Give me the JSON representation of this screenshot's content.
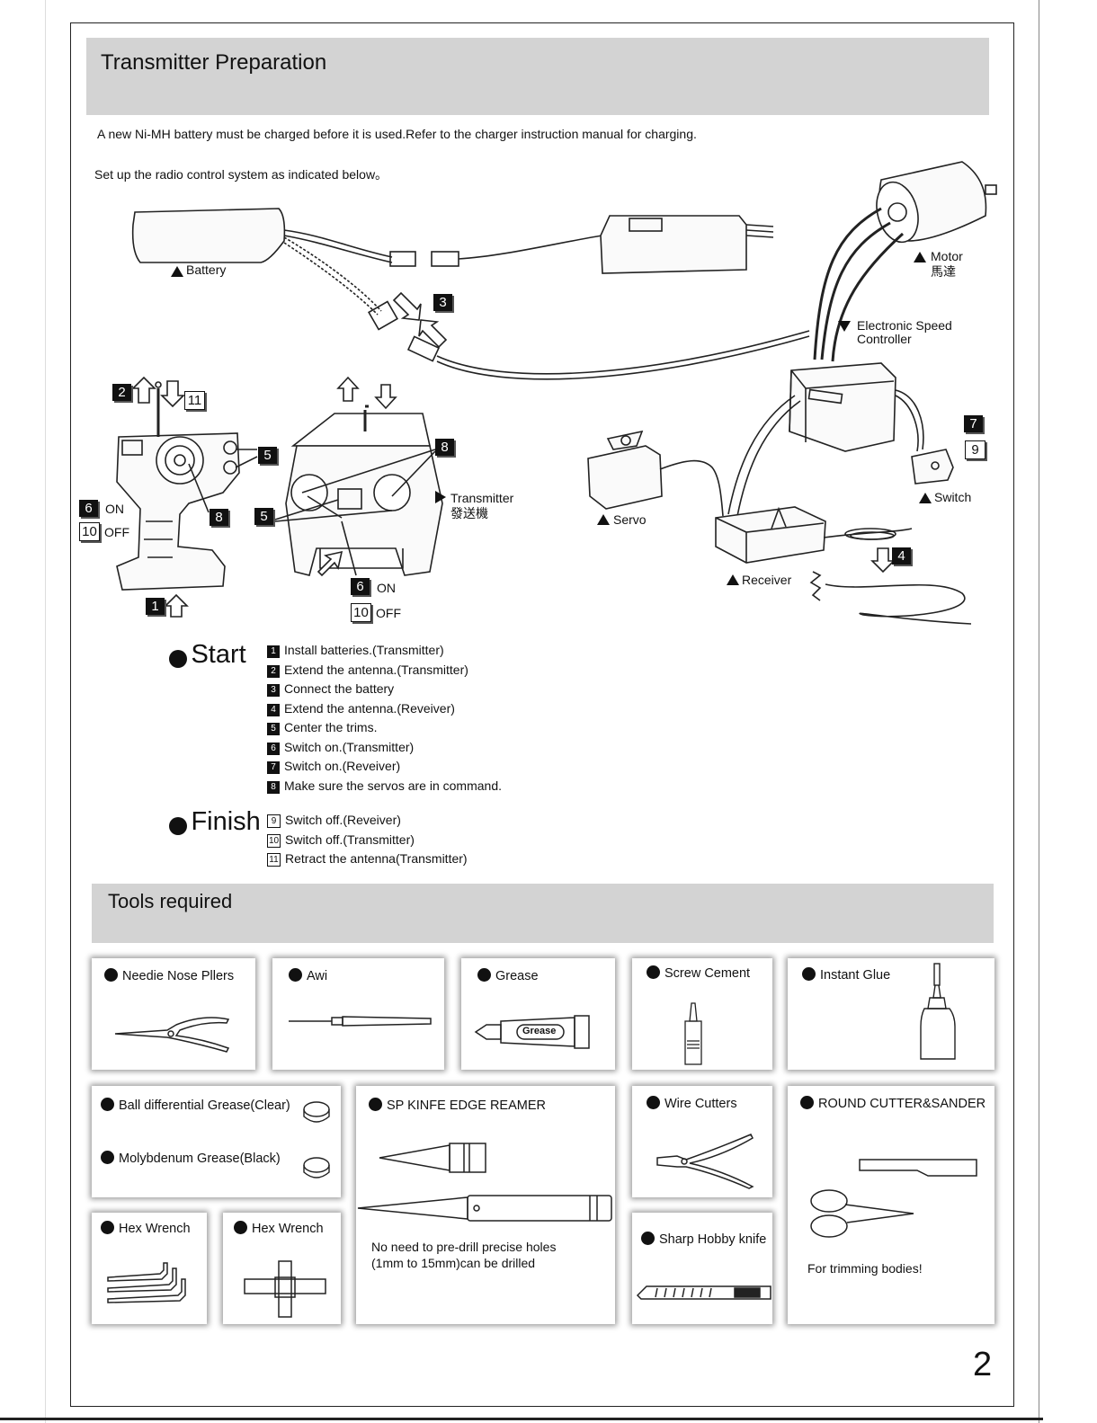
{
  "title": "Transmitter Preparation",
  "intro": "A new Ni-MH battery must be charged before it is used.Refer to the charger instruction manual for charging.",
  "setup": "Set up the radio control system as indicated below。",
  "diagram": {
    "battery": "Battery",
    "motor": "Motor",
    "motor_cn": "馬達",
    "esc_line1": "Electronic Speed",
    "esc_line2": "Controller",
    "transmitter": "Transmitter",
    "transmitter_cn": "發送機",
    "servo": "Servo",
    "receiver": "Receiver",
    "switch": "Switch",
    "on": "ON",
    "off": "OFF",
    "markers": [
      "1",
      "2",
      "3",
      "4",
      "5",
      "6",
      "7",
      "8",
      "9",
      "10",
      "11"
    ]
  },
  "start_label": "Start",
  "finish_label": "Finish",
  "start_steps": [
    {
      "n": "1",
      "text": "Install batteries.(Transmitter)"
    },
    {
      "n": "2",
      "text": "Extend the antenna.(Transmitter)"
    },
    {
      "n": "3",
      "text": "Connect the battery"
    },
    {
      "n": "4",
      "text": "Extend the antenna.(Reveiver)"
    },
    {
      "n": "5",
      "text": "Center the trims."
    },
    {
      "n": "6",
      "text": "Switch on.(Transmitter)"
    },
    {
      "n": "7",
      "text": "Switch on.(Reveiver)"
    },
    {
      "n": "8",
      "text": "Make sure the servos are in command."
    }
  ],
  "finish_steps": [
    {
      "n": "9",
      "text": "Switch off.(Reveiver)"
    },
    {
      "n": "10",
      "text": "Switch off.(Transmitter)"
    },
    {
      "n": "11",
      "text": "Retract the antenna(Transmitter)"
    }
  ],
  "tools_title": "Tools required",
  "tools": {
    "needle_nose": "Needie Nose Pllers",
    "awi": "Awi",
    "grease": "Grease",
    "grease_tube": "Grease",
    "screw_cement": "Screw Cement",
    "instant_glue": "Instant Glue",
    "ball_diff": "Ball differential Grease(Clear)",
    "molybdenum": "Molybdenum Grease(Black)",
    "reamer": "SP KINFE EDGE REAMER",
    "reamer_note1": "No need to pre-drill precise holes",
    "reamer_note2": "(1mm to 15mm)can be drilled",
    "wire_cutters": "Wire Cutters",
    "round_cutter": "ROUND CUTTER&SANDER",
    "trimming": "For trimming bodies!",
    "hex1": "Hex Wrench",
    "hex2": "Hex Wrench",
    "hobby_knife": "Sharp Hobby knife"
  },
  "page_number": "2"
}
